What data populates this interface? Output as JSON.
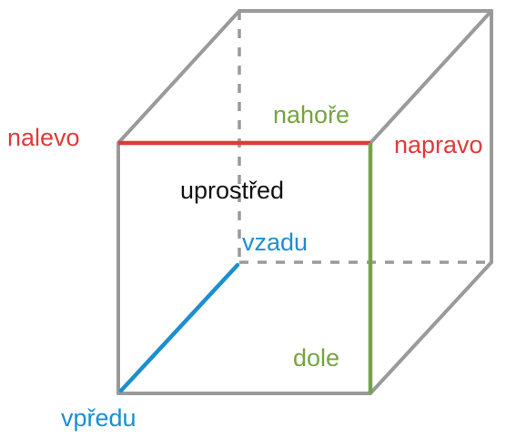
{
  "labels": {
    "nalevo": "nalevo",
    "napravo": "napravo",
    "nahore": "nahoře",
    "uprostred": "uprostřed",
    "vzadu": "vzadu",
    "dole": "dole",
    "vpredu": "vpředu"
  },
  "colors": {
    "red": "#e23a3a",
    "green": "#76a540",
    "blue": "#1b8fd0",
    "gray": "#9a9a9a",
    "black": "#111111"
  }
}
